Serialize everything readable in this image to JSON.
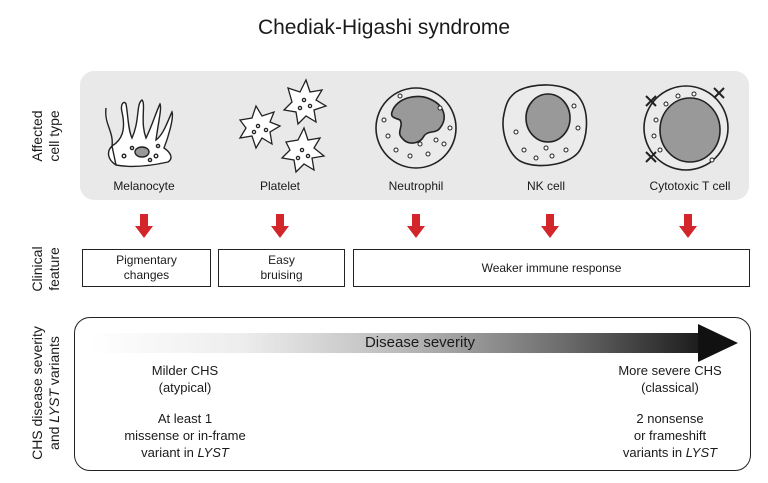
{
  "title": "Chediak-Higashi syndrome",
  "row_labels": {
    "affected_line1": "Affected",
    "affected_line2": "cell type",
    "clinical_line1": "Clinical",
    "clinical_line2": "feature",
    "variants_line1": "CHS disease severity",
    "variants_line2_pre": "and ",
    "variants_line2_em": "LYST",
    "variants_line2_post": " variants"
  },
  "cells": [
    {
      "label": "Melanocyte",
      "icon": "melanocyte-icon"
    },
    {
      "label": "Platelet",
      "icon": "platelet-icon"
    },
    {
      "label": "Neutrophil",
      "icon": "neutrophil-icon"
    },
    {
      "label": "NK cell",
      "icon": "nk-cell-icon"
    },
    {
      "label": "Cytotoxic T cell",
      "icon": "cytotoxic-t-cell-icon"
    }
  ],
  "features": {
    "pigmentary_line1": "Pigmentary",
    "pigmentary_line2": "changes",
    "bruising_line1": "Easy",
    "bruising_line2": "bruising",
    "immune": "Weaker immune response"
  },
  "severity": {
    "label": "Disease severity",
    "mild_title_1": "Milder CHS",
    "mild_title_2": "(atypical)",
    "mild_note_1": "At least 1",
    "mild_note_2": "missense or in-frame",
    "mild_note_3_pre": "variant in ",
    "mild_note_3_em": "LYST",
    "severe_title_1": "More severe CHS",
    "severe_title_2": "(classical)",
    "severe_note_1": "2 nonsense",
    "severe_note_2": "or frameshift",
    "severe_note_3_pre": "variants in ",
    "severe_note_3_em": "LYST"
  },
  "colors": {
    "arrow": "#d2262b",
    "panel": "#e9e9e9",
    "cytoplasm": "#ebebeb",
    "nucleus": "#999999"
  }
}
